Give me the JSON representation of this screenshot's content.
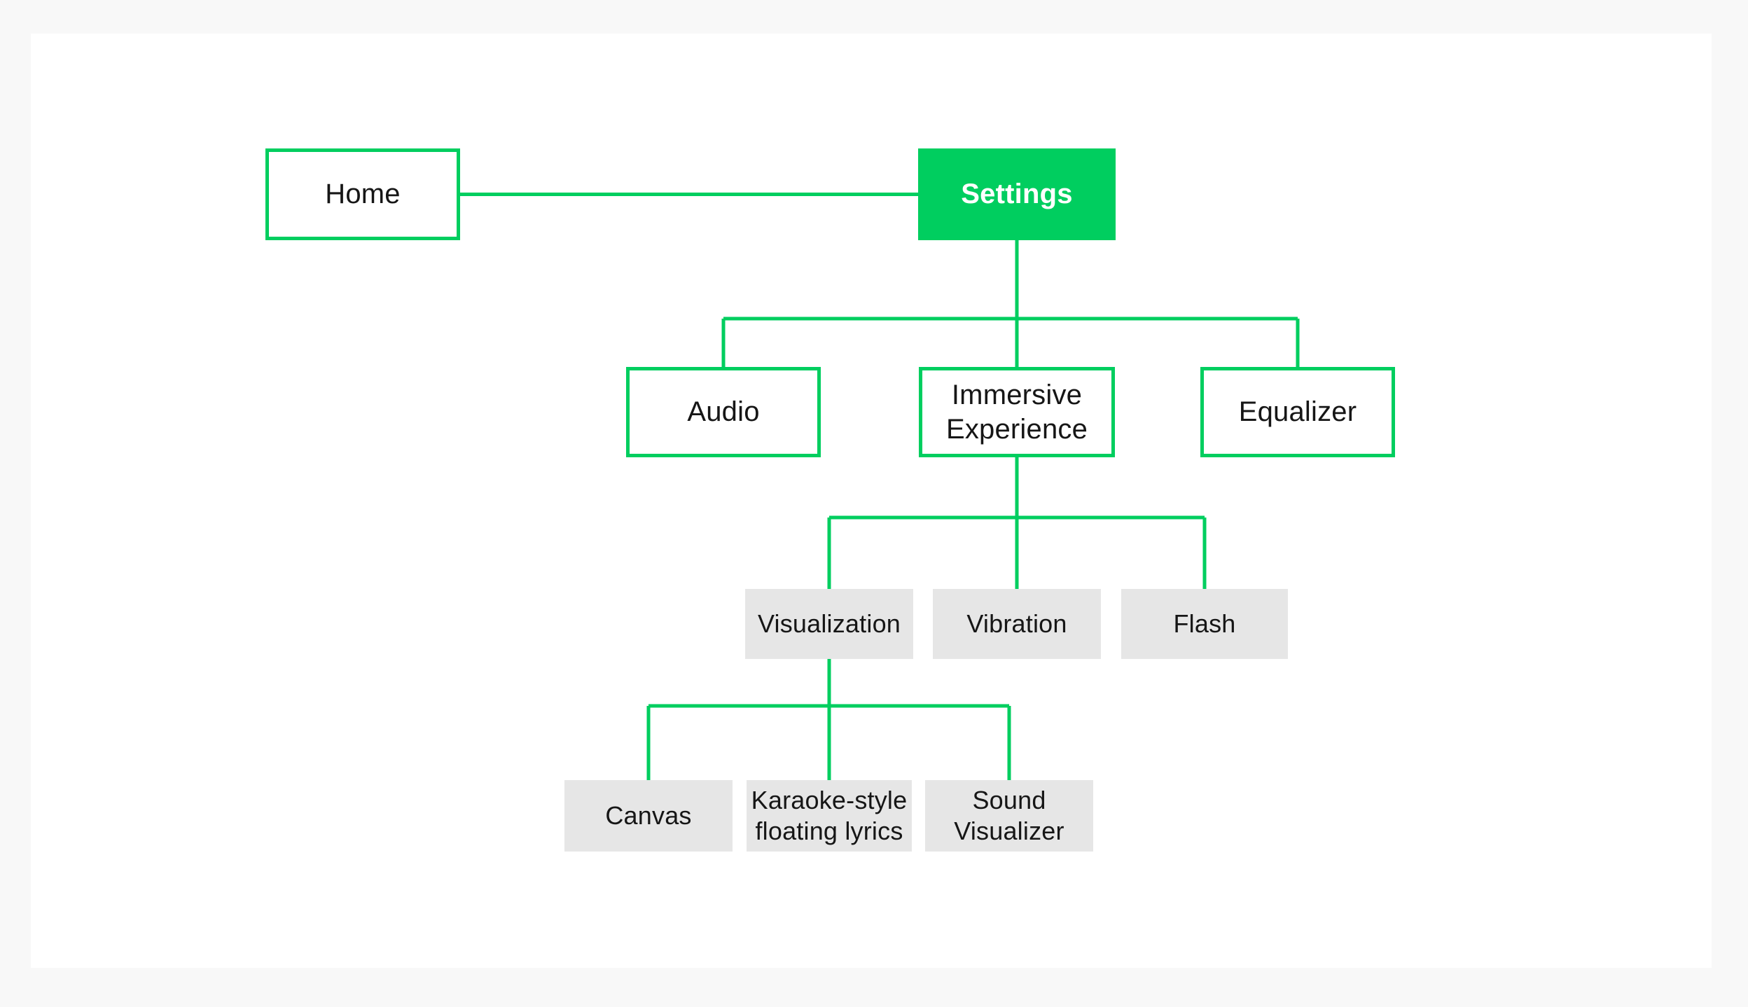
{
  "colors": {
    "accent_green": "#00ce5f",
    "node_gray": "#e6e6e6",
    "canvas_white": "#ffffff",
    "frame_gray": "#f8f8f8",
    "text_dark": "#161616",
    "text_light": "#ffffff"
  },
  "diagram": {
    "nodes": {
      "home": {
        "label": "Home",
        "style": "outlined"
      },
      "settings": {
        "label": "Settings",
        "style": "filled"
      },
      "audio": {
        "label": "Audio",
        "style": "outlined"
      },
      "immersive_experience": {
        "label": "Immersive Experience",
        "style": "outlined"
      },
      "equalizer": {
        "label": "Equalizer",
        "style": "outlined"
      },
      "visualization": {
        "label": "Visualization",
        "style": "gray"
      },
      "vibration": {
        "label": "Vibration",
        "style": "gray"
      },
      "flash": {
        "label": "Flash",
        "style": "gray"
      },
      "canvas": {
        "label": "Canvas",
        "style": "gray"
      },
      "karaoke": {
        "label": "Karaoke-style floating lyrics",
        "style": "gray"
      },
      "sound_visualizer": {
        "label": "Sound Visualizer",
        "style": "gray"
      }
    },
    "edges": [
      [
        "Home",
        "Settings"
      ],
      [
        "Settings",
        "Audio"
      ],
      [
        "Settings",
        "Immersive Experience"
      ],
      [
        "Settings",
        "Equalizer"
      ],
      [
        "Immersive Experience",
        "Visualization"
      ],
      [
        "Immersive Experience",
        "Vibration"
      ],
      [
        "Immersive Experience",
        "Flash"
      ],
      [
        "Visualization",
        "Canvas"
      ],
      [
        "Visualization",
        "Karaoke-style floating lyrics"
      ],
      [
        "Visualization",
        "Sound Visualizer"
      ]
    ]
  }
}
